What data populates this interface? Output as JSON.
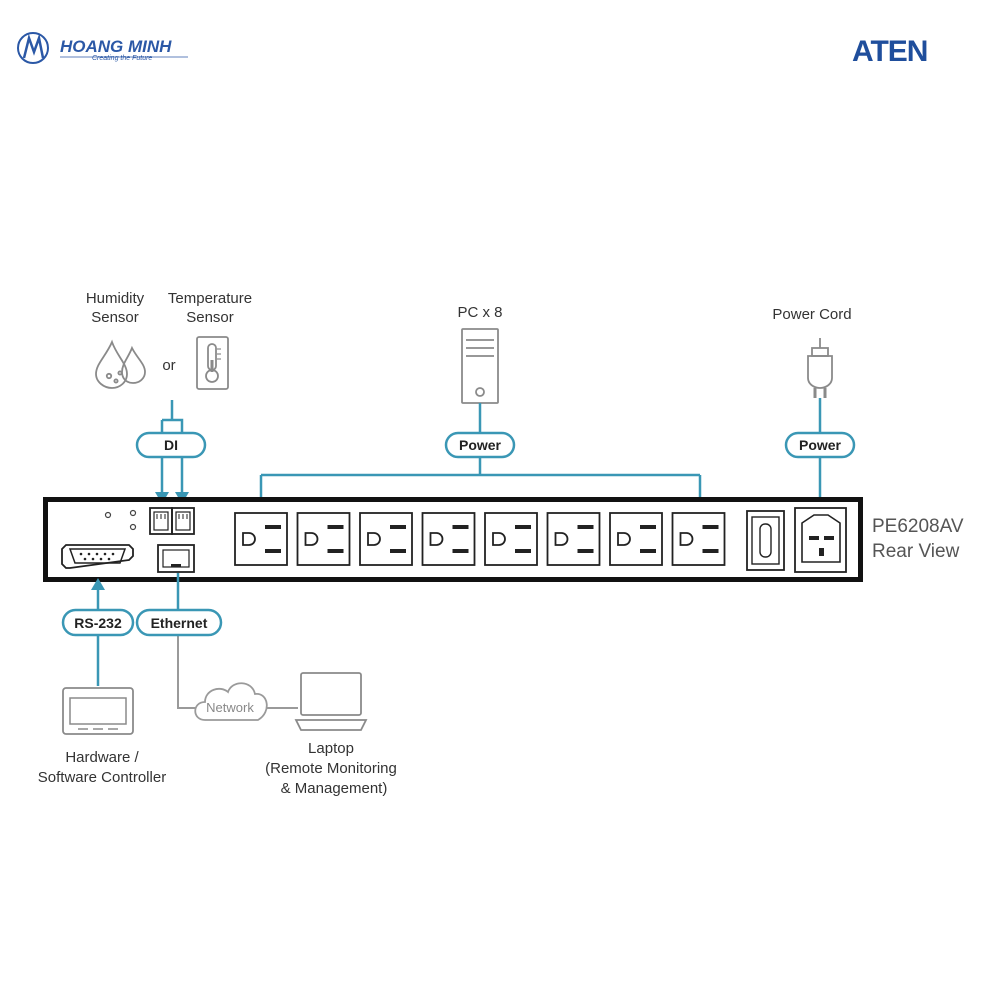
{
  "brand": {
    "left_name": "HOANG MINH",
    "left_tagline": "Creating the Future",
    "right_name": "ATEN"
  },
  "device": {
    "model": "PE6208AV",
    "view": "Rear View",
    "outlet_count": 8
  },
  "labels": {
    "humidity_line1": "Humidity",
    "humidity_line2": "Sensor",
    "temperature_line1": "Temperature",
    "temperature_line2": "Sensor",
    "or": "or",
    "pc": "PC x 8",
    "power_cord": "Power Cord",
    "network": "Network",
    "controller_line1": "Hardware /",
    "controller_line2": "Software Controller",
    "laptop_line1": "Laptop",
    "laptop_line2": "(Remote Monitoring",
    "laptop_line3": "& Management)"
  },
  "pills": {
    "di": "DI",
    "power_outlets": "Power",
    "power_inlet": "Power",
    "rs232": "RS-232",
    "ethernet": "Ethernet"
  },
  "colors": {
    "wire": "#3a97b5",
    "device_border": "#222222",
    "icon_grey": "#8a8a8a",
    "brand_blue": "#1f4e9c"
  },
  "icons": {
    "humidity": "water-drops-icon",
    "temperature": "thermometer-icon",
    "pc": "pc-tower-icon",
    "power_cord": "power-plug-icon",
    "controller": "controller-device-icon",
    "laptop": "laptop-icon",
    "network": "cloud-icon"
  }
}
